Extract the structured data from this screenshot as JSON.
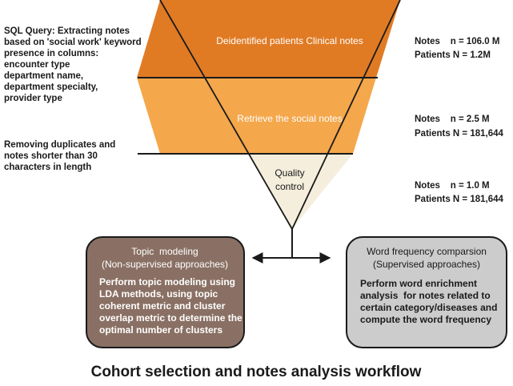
{
  "colors": {
    "stage1": "#e07b24",
    "stage2": "#f4a74b",
    "stage3": "#f5eedd",
    "topic_box": "#8a7064",
    "word_box": "#cccccc",
    "line": "#1a1a1a"
  },
  "side_notes": [
    {
      "lines": [
        "SQL Query: Extracting notes",
        "based on 'social work' keyword",
        "presence in columns:",
        "encounter type",
        "department name,",
        "department specialty,",
        "provider type"
      ]
    },
    {
      "lines": [
        "Removing duplicates and",
        "notes shorter than 30",
        "characters in length"
      ]
    }
  ],
  "funnel": {
    "stages": [
      {
        "label_lines": [
          "Deidentified patients Clinical notes"
        ],
        "notes_stat": "Notes    n = 106.0 M",
        "patients_stat": "Patients N = 1.2M"
      },
      {
        "label_lines": [
          "Retrieve the social notes"
        ],
        "notes_stat": "Notes    n = 2.5 M",
        "patients_stat": "Patients N = 181,644"
      },
      {
        "label_lines": [
          "Quality",
          "control"
        ],
        "notes_stat": "Notes    n = 1.0 M",
        "patients_stat": "Patients N = 181,644"
      }
    ]
  },
  "boxes": {
    "topic": {
      "heading_lines": [
        "Topic  modeling",
        "(Non-supervised approaches)"
      ],
      "body_lines": [
        "Perform topic modeling using",
        "LDA methods, using topic",
        "coherent metric and cluster",
        "overlap metric to determine the",
        "optimal number of clusters"
      ]
    },
    "word": {
      "heading_lines": [
        "Word frequency comparsion",
        "(Supervised approaches)"
      ],
      "body_lines": [
        "Perform word enrichment",
        "analysis  for notes related to",
        "certain category/diseases and",
        "compute the word frequency"
      ]
    }
  },
  "title": "Cohort selection and notes analysis workflow"
}
